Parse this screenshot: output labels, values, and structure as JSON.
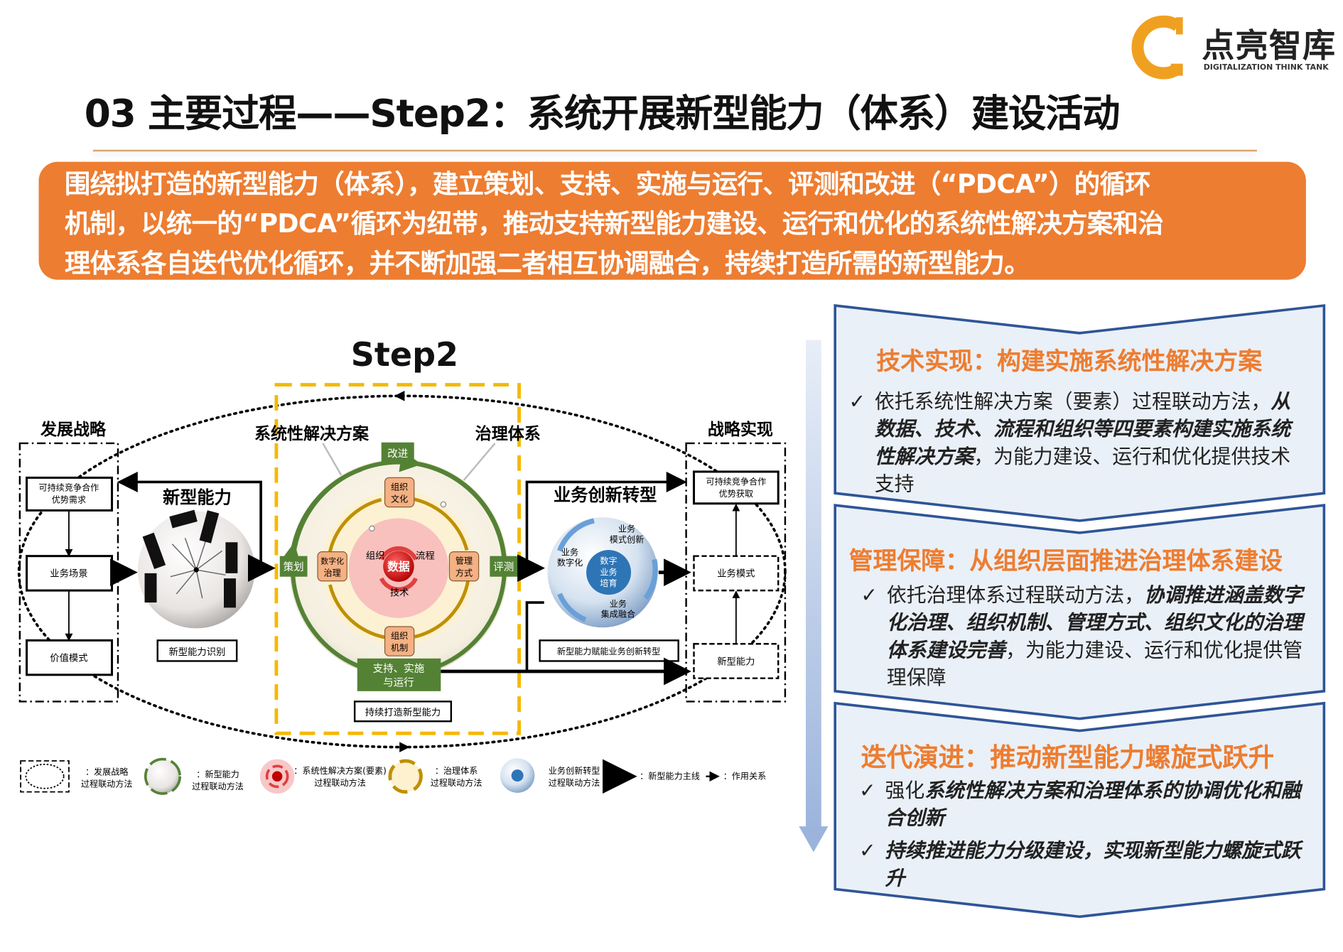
{
  "logo": {
    "name": "点亮智库",
    "tagline": "DIGITALIZATION THINK TANK"
  },
  "title": "03 主要过程——Step2：系统开展新型能力（体系）建设活动",
  "summary": [
    "围绕拟打造的新型能力（体系），建立策划、支持、实施与运行、评测和改进（“PDCA”）的循环",
    "机制，以统一的“PDCA”循环为纽带，推动支持新型能力建设、运行和优化的系统性解决方案和治",
    "理体系各自迭代优化循环，并不断加强二者相互协调融合，持续打造所需的新型能力。"
  ],
  "diagram": {
    "step_label": "Step2",
    "left": {
      "title": "发展战略",
      "boxes": [
        "可持续竞争合作",
        "优势需求",
        "业务场景",
        "价值模式"
      ]
    },
    "capability": {
      "title": "新型能力",
      "caption": "新型能力识别"
    },
    "solution_label": "系统性解决方案",
    "governance_label": "治理体系",
    "pdca": {
      "act": "改进",
      "plan": "策划",
      "check": "评测",
      "do_line1": "支持、实施",
      "do_line2": "与运行"
    },
    "governance_items": [
      [
        "组织",
        "文化"
      ],
      [
        "数字化",
        "治理"
      ],
      [
        "管理",
        "方式"
      ],
      [
        "组织",
        "机制"
      ]
    ],
    "elements": {
      "center": "数据",
      "org": "组织",
      "process": "流程",
      "tech": "技术"
    },
    "caption_center": "持续打造新型能力",
    "transform": {
      "title": "业务创新转型",
      "mode": [
        "业务",
        "模式创新"
      ],
      "digital": [
        "业务",
        "数字化"
      ],
      "integration": [
        "业务",
        "集成融合"
      ],
      "core": [
        "数字",
        "业务",
        "培育"
      ],
      "caption": "新型能力赋能业务创新转型"
    },
    "right": {
      "title": "战略实现",
      "boxes": [
        "可持续竞争合作",
        "优势获取",
        "业务模式",
        "新型能力"
      ]
    }
  },
  "legend": [
    {
      "line1": "：发展战略",
      "line2": "过程联动方法"
    },
    {
      "line1": "：新型能力",
      "line2": "过程联动方法"
    },
    {
      "line1": "：系统性解决方案(要素)",
      "line2": "过程联动方法"
    },
    {
      "line1": "：治理体系",
      "line2": "过程联动方法"
    },
    {
      "line1": "业务创新转型",
      "line2": "过程联动方法"
    },
    {
      "line1": "：新型能力主线"
    },
    {
      "line1": "：作用关系"
    }
  ],
  "panels": [
    {
      "title": "技术实现：构建实施系统性解决方案",
      "items": [
        {
          "segments": [
            {
              "text": "依托系统性解决方案（要素）过程联动方法，"
            },
            {
              "text": "从数据、技术、流程和组织等四要素构建实施系统性解决方案"
            },
            {
              "text": "，为能力建设、运行和优化提供技术支持"
            }
          ]
        }
      ]
    },
    {
      "title": "管理保障：从组织层面推进治理体系建设",
      "items": [
        {
          "segments": [
            {
              "text": "依托治理体系过程联动方法，"
            },
            {
              "text": "协调推进涵盖数字化治理、组织机制、管理方式、组织文化的治理体系建设完善"
            },
            {
              "text": "，为能力建设、运行和优化提供管理保障"
            }
          ]
        }
      ]
    },
    {
      "title": "迭代演进：推动新型能力螺旋式跃升",
      "items": [
        {
          "segments": [
            {
              "text": "强化"
            },
            {
              "text": "系统性解决方案和治理体系的协调优化和融合创新"
            }
          ]
        },
        {
          "segments": [
            {
              "text": "持续推进能力分级建设，实现新型能力螺旋式跃升"
            }
          ]
        }
      ]
    }
  ],
  "check_mark": "✓",
  "colors": {
    "accent": "#ed7d31",
    "green": "#548235",
    "gold": "#bf9000",
    "panel_border": "#2f5597"
  }
}
